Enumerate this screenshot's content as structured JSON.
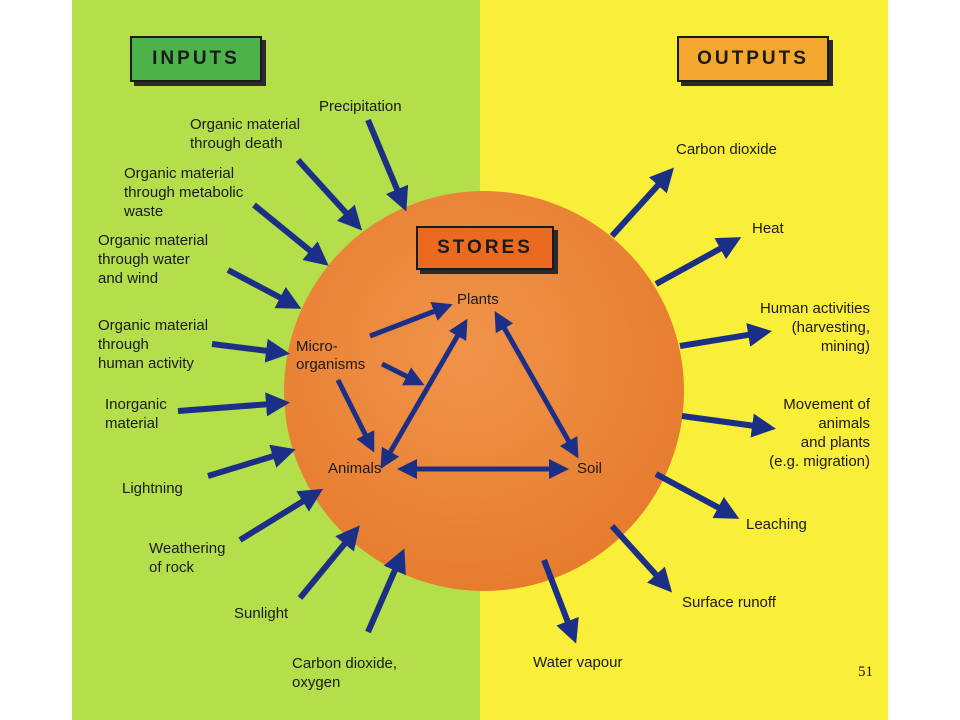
{
  "headers": {
    "inputs": "INPUTS",
    "outputs": "OUTPUTS",
    "stores": "STORES"
  },
  "stores": {
    "plants": "Plants",
    "microorganisms": "Micro-\norganisms",
    "animals": "Animals",
    "soil": "Soil"
  },
  "inputs": [
    "Precipitation",
    "Organic material\nthrough death",
    "Organic material\nthrough metabolic\nwaste",
    "Organic material\nthrough water\nand wind",
    "Organic material\nthrough\nhuman activity",
    "Inorganic\nmaterial",
    "Lightning",
    "Weathering\nof rock",
    "Sunlight",
    "Carbon dioxide,\noxygen"
  ],
  "outputs": [
    "Carbon dioxide",
    "Heat",
    "Human activities\n(harvesting,\nmining)",
    "Movement of\nanimals\nand plants\n(e.g. migration)",
    "Leaching",
    "Surface runoff",
    "Water vapour"
  ],
  "page_number": "51",
  "colors": {
    "left_panel": "#b4de4a",
    "right_panel": "#f9ee38",
    "circle": "#ec8a37",
    "arrow": "#1c2f86",
    "inputs_box": "#4bb34a",
    "outputs_box": "#f3a72e",
    "stores_box": "#ea6a1f"
  }
}
